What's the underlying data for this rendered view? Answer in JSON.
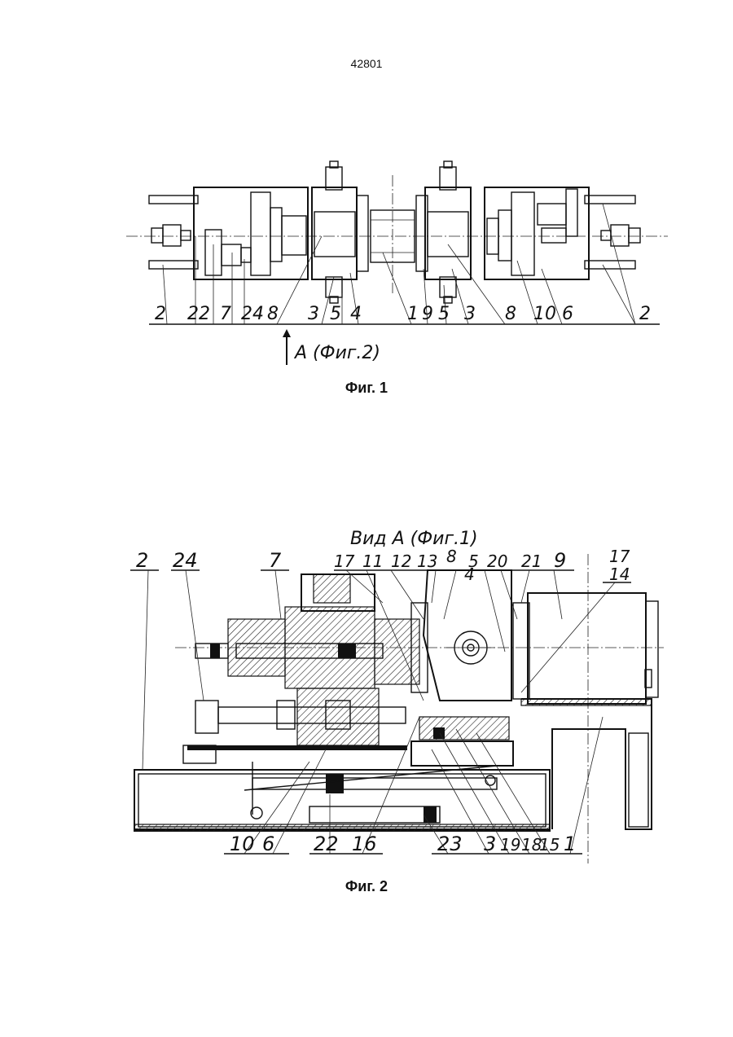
{
  "page": {
    "number": "42801"
  },
  "figure1": {
    "caption": "Фиг. 1",
    "view_marker": "A (Фиг.2)",
    "labels": [
      "2",
      "22",
      "7",
      "24",
      "8",
      "3",
      "5",
      "4",
      "1",
      "9",
      "5",
      "3",
      "8",
      "10",
      "6",
      "2"
    ]
  },
  "figure2": {
    "caption": "Фиг. 2",
    "view_title": "Вид A (Фиг.1)",
    "labels_top": [
      "2",
      "24",
      "7",
      "17",
      "11",
      "12",
      "13",
      "8",
      "5",
      "20",
      "21",
      "9",
      "17",
      "4",
      "14"
    ],
    "labels_bottom": [
      "10",
      "6",
      "22",
      "16",
      "23",
      "3",
      "19",
      "18",
      "15",
      "1"
    ]
  }
}
